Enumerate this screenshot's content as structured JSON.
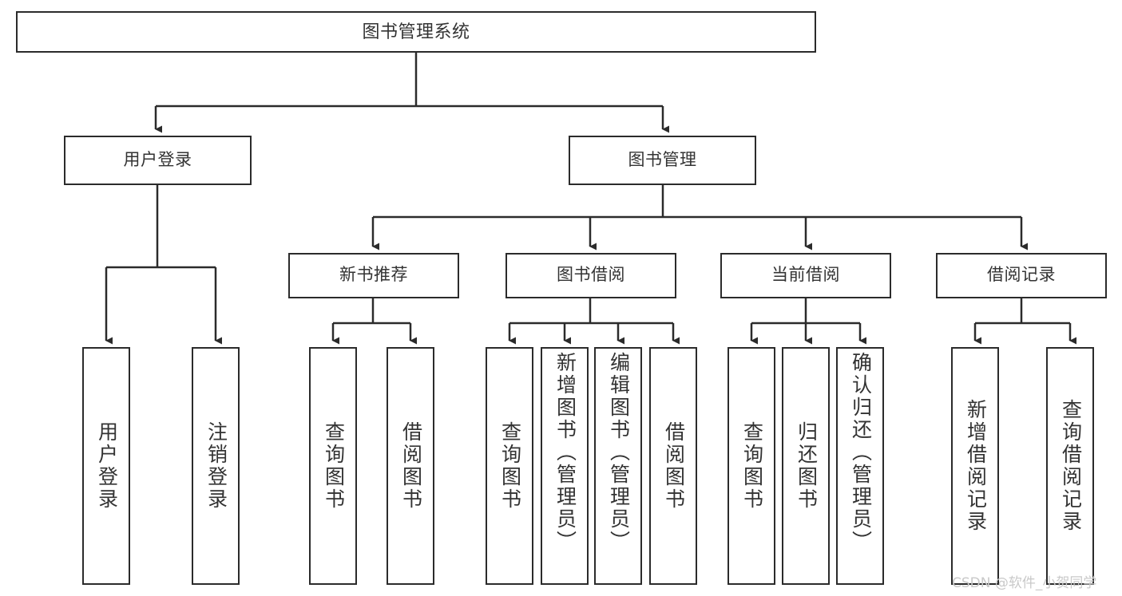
{
  "diagram": {
    "title": "图书管理系统",
    "type": "tree-hierarchy",
    "colors": {
      "box_border": "#2b2b2b",
      "box_fill": "#ffffff",
      "text": "#333333",
      "edge": "#2b2b2b",
      "watermark": "#c9c9c9",
      "background": "#ffffff"
    },
    "nodes": {
      "root": {
        "label": "图书管理系统"
      },
      "level2": [
        {
          "id": "user-login",
          "label": "用户登录"
        },
        {
          "id": "book-manage",
          "label": "图书管理"
        }
      ],
      "level3": [
        {
          "id": "new-book-rec",
          "label": "新书推荐"
        },
        {
          "id": "book-borrow",
          "label": "图书借阅"
        },
        {
          "id": "current-borrow",
          "label": "当前借阅"
        },
        {
          "id": "borrow-record",
          "label": "借阅记录"
        }
      ],
      "leaves": {
        "user-login": [
          {
            "id": "leaf-user-login",
            "label": "用户登录"
          },
          {
            "id": "leaf-logout",
            "label": "注销登录"
          }
        ],
        "new-book-rec": [
          {
            "id": "leaf-query-book-1",
            "label": "查询图书"
          },
          {
            "id": "leaf-borrow-book-1",
            "label": "借阅图书"
          }
        ],
        "book-borrow": [
          {
            "id": "leaf-query-book-2",
            "label": "查询图书"
          },
          {
            "id": "leaf-add-book",
            "label": "新增图书（管理员）"
          },
          {
            "id": "leaf-edit-book",
            "label": "编辑图书（管理员）"
          },
          {
            "id": "leaf-borrow-book-2",
            "label": "借阅图书"
          }
        ],
        "current-borrow": [
          {
            "id": "leaf-query-book-3",
            "label": "查询图书"
          },
          {
            "id": "leaf-return-book",
            "label": "归还图书"
          },
          {
            "id": "leaf-confirm-return",
            "label": "确认归还（管理员）"
          }
        ],
        "borrow-record": [
          {
            "id": "leaf-add-record",
            "label": "新增借阅记录"
          },
          {
            "id": "leaf-query-record",
            "label": "查询借阅记录"
          }
        ]
      }
    },
    "watermark": "CSDN @软件_小贺同学"
  }
}
